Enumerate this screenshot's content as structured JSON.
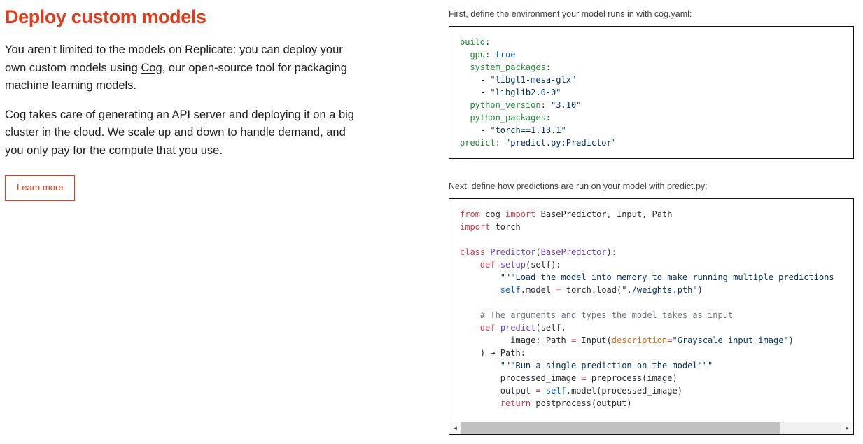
{
  "left": {
    "heading": "Deploy custom models",
    "para1": {
      "line1": "You aren’t limited to the models on Replicate: you can deploy your",
      "line2_before": "own custom models using ",
      "link": "Cog",
      "line2_after": ", our open-source tool for packaging",
      "line3": "machine learning models."
    },
    "para2": {
      "line1": "Cog takes care of generating an API server and deploying it on a big",
      "line2": "cluster in the cloud. We scale up and down to handle demand, and",
      "line3": "you only pay for the compute that you use."
    },
    "learn_more_label": "Learn more"
  },
  "right": {
    "yaml_section": {
      "label": "First, define the environment your model runs in with cog.yaml:",
      "code_lines": [
        [
          {
            "t": "build",
            "c": "k"
          },
          {
            "t": ":",
            "c": "p"
          }
        ],
        [
          {
            "t": "  ",
            "c": "p"
          },
          {
            "t": "gpu",
            "c": "k"
          },
          {
            "t": ": ",
            "c": "p"
          },
          {
            "t": "true",
            "c": "b"
          }
        ],
        [
          {
            "t": "  ",
            "c": "p"
          },
          {
            "t": "system_packages",
            "c": "k"
          },
          {
            "t": ":",
            "c": "p"
          }
        ],
        [
          {
            "t": "    - ",
            "c": "p"
          },
          {
            "t": "\"libgl1-mesa-glx\"",
            "c": "s"
          }
        ],
        [
          {
            "t": "    - ",
            "c": "p"
          },
          {
            "t": "\"libglib2.0-0\"",
            "c": "s"
          }
        ],
        [
          {
            "t": "  ",
            "c": "p"
          },
          {
            "t": "python_version",
            "c": "k"
          },
          {
            "t": ": ",
            "c": "p"
          },
          {
            "t": "\"3.10\"",
            "c": "s"
          }
        ],
        [
          {
            "t": "  ",
            "c": "p"
          },
          {
            "t": "python_packages",
            "c": "k"
          },
          {
            "t": ":",
            "c": "p"
          }
        ],
        [
          {
            "t": "    - ",
            "c": "p"
          },
          {
            "t": "\"torch==1.13.1\"",
            "c": "s"
          }
        ],
        [
          {
            "t": "predict",
            "c": "k"
          },
          {
            "t": ": ",
            "c": "p"
          },
          {
            "t": "\"predict.py:Predictor\"",
            "c": "s"
          }
        ]
      ]
    },
    "python_section": {
      "label": "Next, define how predictions are run on your model with predict.py:",
      "code_lines": [
        [
          {
            "t": "from",
            "c": "r"
          },
          {
            "t": " cog ",
            "c": "p"
          },
          {
            "t": "import",
            "c": "r"
          },
          {
            "t": " BasePredictor, Input, Path",
            "c": "p"
          }
        ],
        [
          {
            "t": "import",
            "c": "r"
          },
          {
            "t": " torch",
            "c": "p"
          }
        ],
        [],
        [
          {
            "t": "class",
            "c": "r"
          },
          {
            "t": " ",
            "c": "p"
          },
          {
            "t": "Predictor",
            "c": "f"
          },
          {
            "t": "(",
            "c": "p"
          },
          {
            "t": "BasePredictor",
            "c": "f"
          },
          {
            "t": "):",
            "c": "p"
          }
        ],
        [
          {
            "t": "    ",
            "c": "p"
          },
          {
            "t": "def",
            "c": "r"
          },
          {
            "t": " ",
            "c": "p"
          },
          {
            "t": "setup",
            "c": "f"
          },
          {
            "t": "(self):",
            "c": "p"
          }
        ],
        [
          {
            "t": "        ",
            "c": "p"
          },
          {
            "t": "\"\"\"Load the model into memory to make running multiple predictions",
            "c": "s"
          }
        ],
        [
          {
            "t": "        ",
            "c": "p"
          },
          {
            "t": "self",
            "c": "b"
          },
          {
            "t": ".model ",
            "c": "p"
          },
          {
            "t": "=",
            "c": "r"
          },
          {
            "t": " torch.load(",
            "c": "p"
          },
          {
            "t": "\"./weights.pth\"",
            "c": "s"
          },
          {
            "t": ")",
            "c": "p"
          }
        ],
        [],
        [
          {
            "t": "    ",
            "c": "p"
          },
          {
            "t": "# The arguments and types the model takes as input",
            "c": "c"
          }
        ],
        [
          {
            "t": "    ",
            "c": "p"
          },
          {
            "t": "def",
            "c": "r"
          },
          {
            "t": " ",
            "c": "p"
          },
          {
            "t": "predict",
            "c": "f"
          },
          {
            "t": "(self,",
            "c": "p"
          }
        ],
        [
          {
            "t": "          image: Path ",
            "c": "p"
          },
          {
            "t": "=",
            "c": "r"
          },
          {
            "t": " Input(",
            "c": "p"
          },
          {
            "t": "description",
            "c": "o"
          },
          {
            "t": "=",
            "c": "r"
          },
          {
            "t": "\"Grayscale input image\"",
            "c": "s"
          },
          {
            "t": ")",
            "c": "p"
          }
        ],
        [
          {
            "t": "    ) → Path:",
            "c": "p"
          }
        ],
        [
          {
            "t": "        ",
            "c": "p"
          },
          {
            "t": "\"\"\"Run a single prediction on the model\"\"\"",
            "c": "s"
          }
        ],
        [
          {
            "t": "        processed_image ",
            "c": "p"
          },
          {
            "t": "=",
            "c": "r"
          },
          {
            "t": " preprocess(image)",
            "c": "p"
          }
        ],
        [
          {
            "t": "        output ",
            "c": "p"
          },
          {
            "t": "=",
            "c": "r"
          },
          {
            "t": " ",
            "c": "p"
          },
          {
            "t": "self",
            "c": "b"
          },
          {
            "t": ".model(processed_image)",
            "c": "p"
          }
        ],
        [
          {
            "t": "        ",
            "c": "p"
          },
          {
            "t": "return",
            "c": "r"
          },
          {
            "t": " postprocess(output)",
            "c": "p"
          }
        ]
      ]
    },
    "scrollbar": {
      "left_arrow": "◄",
      "right_arrow": "►"
    }
  },
  "colors": {
    "accent_red": "#e23a1b",
    "body_text": "#1c1c1c",
    "label_text": "#3c3c3c",
    "code_border": "#101010",
    "scrollbar_thumb": "#c1c1c1",
    "scrollbar_track": "#f0f0f0",
    "syntax": {
      "key_green": "#22863a",
      "keyword_red": "#d73a49",
      "string_navy": "#032f62",
      "boolean_blue": "#005cc5",
      "function_purple": "#6f42c1",
      "param_orange": "#e36209",
      "comment_gray": "#6a737d",
      "plain": "#24292e"
    }
  }
}
